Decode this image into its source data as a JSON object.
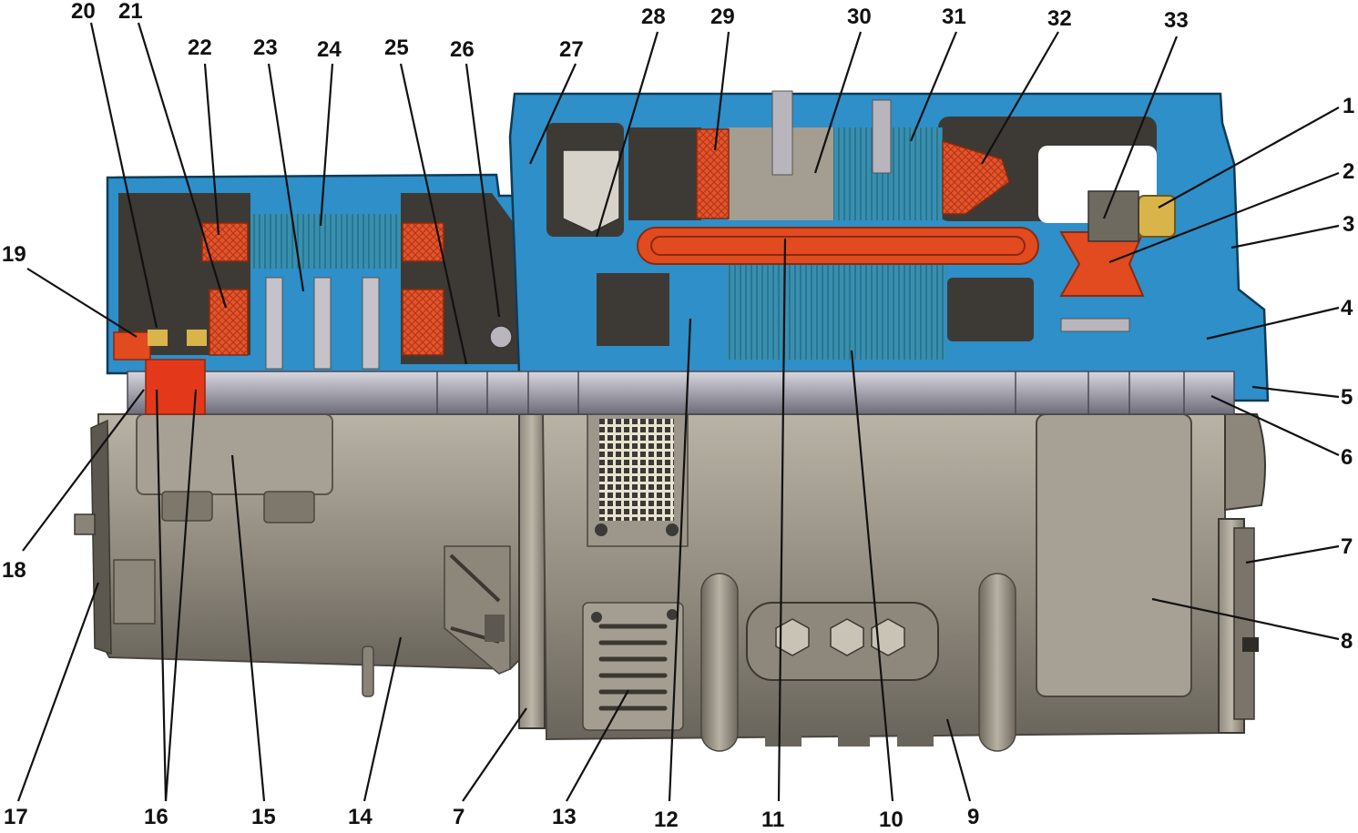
{
  "colors": {
    "housing_blue": "#2e8fc9",
    "winding_red": "#e2471f",
    "coil_orange": "#e8602a",
    "core_teal": "#3d93b0",
    "shaft_gray": "#9c9aa6",
    "casing_metal": "#9a9488",
    "casing_dark": "#6f6a60",
    "brass": "#d9b44a",
    "label_ink": "#111111"
  },
  "labels": [
    "1",
    "2",
    "3",
    "4",
    "5",
    "6",
    "7",
    "8",
    "9",
    "10",
    "11",
    "12",
    "13",
    "14",
    "15",
    "16",
    "17",
    "18",
    "19",
    "20",
    "21",
    "22",
    "23",
    "24",
    "25",
    "26",
    "27",
    "28",
    "29",
    "30",
    "31",
    "32",
    "33"
  ],
  "bottom_labels": [
    "17",
    "16",
    "15",
    "14",
    "7",
    "13",
    "12",
    "11",
    "10",
    "9"
  ],
  "right_labels": [
    "1",
    "2",
    "3",
    "4",
    "5",
    "6",
    "7",
    "8"
  ],
  "top_labels": [
    "20",
    "21",
    "22",
    "23",
    "24",
    "25",
    "26",
    "27",
    "28",
    "29",
    "30",
    "31",
    "32",
    "33"
  ],
  "left_labels": [
    "19",
    "18"
  ]
}
